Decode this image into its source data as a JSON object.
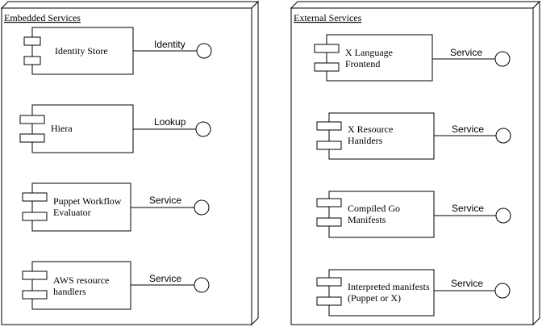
{
  "diagram": {
    "embedded": {
      "title": "Embedded Services",
      "components": [
        {
          "lines": [
            "Identity Store"
          ],
          "interface": "Identity"
        },
        {
          "lines": [
            "Hiera"
          ],
          "interface": "Lookup"
        },
        {
          "lines": [
            "Puppet Workflow",
            "Evaluator"
          ],
          "interface": "Service"
        },
        {
          "lines": [
            "AWS resource",
            "handlers"
          ],
          "interface": "Service"
        }
      ]
    },
    "external": {
      "title": "External Services",
      "components": [
        {
          "lines": [
            "X Language",
            "Frontend"
          ],
          "interface": "Service"
        },
        {
          "lines": [
            "X Resource",
            "Hanlders"
          ],
          "interface": "Service"
        },
        {
          "lines": [
            "Compiled Go",
            "Manifests"
          ],
          "interface": "Service"
        },
        {
          "lines": [
            "Interpreted manifests",
            "(Puppet or X)"
          ],
          "interface": "Service"
        }
      ]
    }
  }
}
